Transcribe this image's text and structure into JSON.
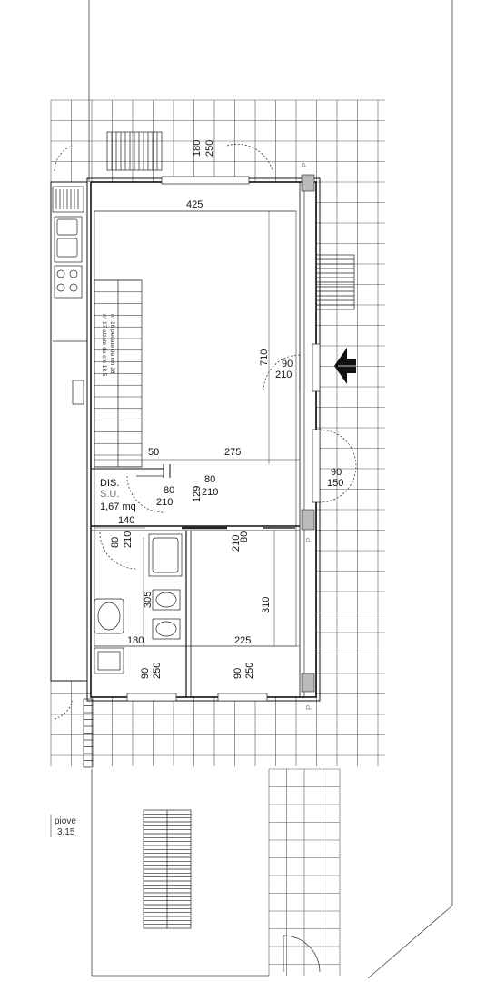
{
  "dims": {
    "top_door_180": "180",
    "top_door_250": "250",
    "room_width": "425",
    "room_height": "710",
    "side_door_90": "90",
    "side_door_210": "210",
    "dim_50": "50",
    "dim_275": "275",
    "side_door2_90": "90",
    "side_door2_150": "150",
    "dis_door_80": "80",
    "dis_door_210": "210",
    "dim_129": "129",
    "mid_door_80": "80",
    "mid_door_210": "210",
    "dim_140": "140",
    "bath_door_80": "80",
    "bath_door_210": "210",
    "r_door_80": "80",
    "r_door_210": "210",
    "dim_305": "305",
    "dim_310": "310",
    "dim_180": "180",
    "dim_225": "225",
    "win1_90": "90",
    "win1_250": "250",
    "win2_90": "90",
    "win2_250": "250"
  },
  "room": {
    "name": "DIS.",
    "su": "S.U.",
    "area": "1,67 mq"
  },
  "stairs": {
    "line1": "n° 16 pedate da cm 28",
    "line2": "n° 17 alzate da cm 18.5"
  },
  "outside": {
    "label": "piove",
    "value": "3,15"
  },
  "pillar_marks": [
    "P",
    "P",
    "P"
  ]
}
